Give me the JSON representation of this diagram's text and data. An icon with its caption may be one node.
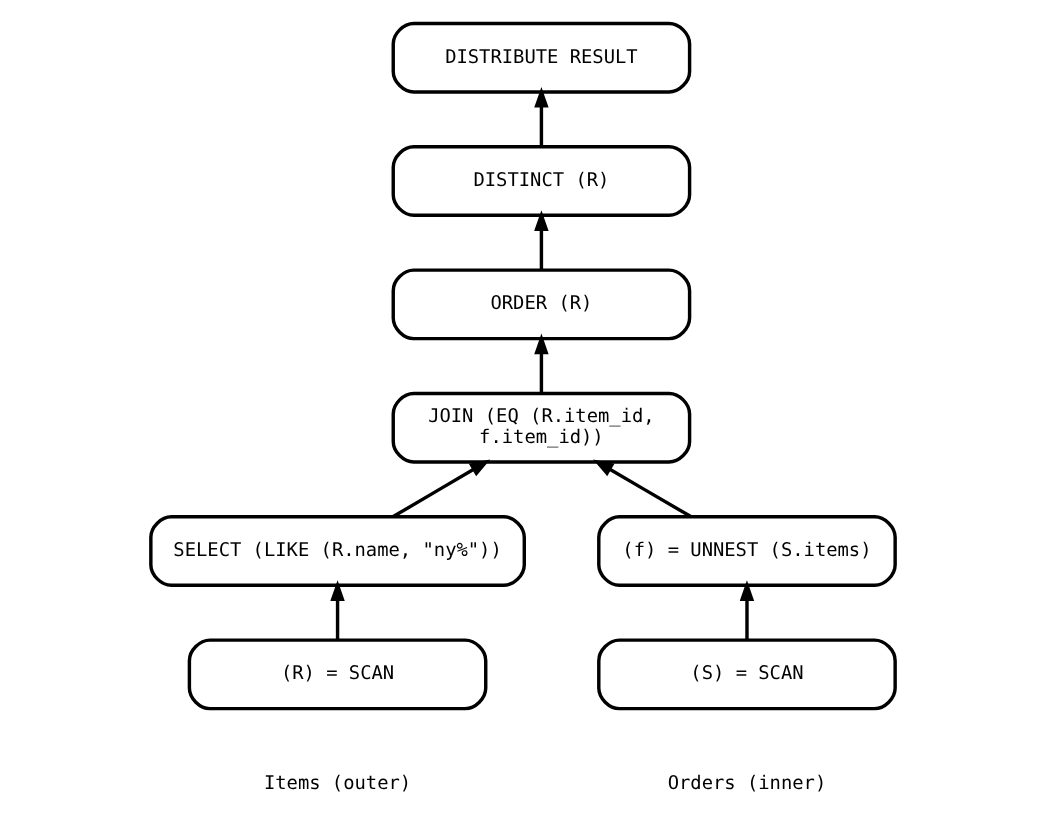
{
  "diagram": {
    "nodes": [
      {
        "text": [
          "DISTRIBUTE RESULT"
        ]
      },
      {
        "text": [
          "DISTINCT (R)"
        ]
      },
      {
        "text": [
          "ORDER (R)"
        ]
      },
      {
        "text": [
          "JOIN (EQ (R.item_id, f.item_id))"
        ]
      },
      {
        "text": [
          "SELECT (LIKE (R.name, \"ny%\"))"
        ]
      },
      {
        "text": [
          "(f) = UNNEST (S.items)"
        ]
      },
      {
        "text": [
          "(R) = SCAN"
        ],
        "beside": [
          "Items (outer)"
        ]
      },
      {
        "text": [
          "(S) = SCAN"
        ],
        "beside": [
          "Orders (inner)"
        ]
      }
    ],
    "edges": [
      {
        "from": 6,
        "to": 4,
        "arrow": "to"
      },
      {
        "from": 4,
        "to": 3,
        "arrow": "to"
      },
      {
        "from": 7,
        "to": 5,
        "arrow": "to"
      },
      {
        "from": 5,
        "to": 3,
        "arrow": "to"
      },
      {
        "from": 3,
        "to": 2,
        "arrow": "to"
      },
      {
        "from": 2,
        "to": 1,
        "arrow": "to"
      },
      {
        "from": 1,
        "to": 0,
        "arrow": "to"
      }
    ]
  }
}
